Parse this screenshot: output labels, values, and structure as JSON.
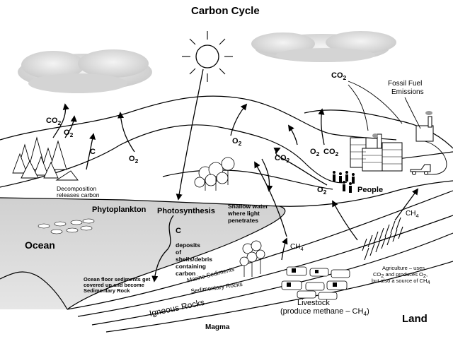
{
  "title": "Carbon Cycle",
  "labels": {
    "co2_forest": "CO",
    "o2_forest": "O",
    "c_forest": "C",
    "o2_mid": "O",
    "decomposition_1": "Decomposition",
    "decomposition_2": "releases carbon",
    "phytoplankton": "Phytoplankton",
    "photosynthesis": "Photosynthesis",
    "c_ocean": "C",
    "deposits_1": "deposits",
    "deposits_2": "of",
    "deposits_3": "shells/debris",
    "deposits_4": "containing",
    "deposits_5": "carbon",
    "shallow_1": "Shallow water",
    "shallow_2": "where light",
    "shallow_3": "penetrates",
    "o2_trees": "O",
    "co2_trees": "CO",
    "o2_factory": "O",
    "co2_factory": "CO",
    "co2_top": "CO",
    "fossil_1": "Fossil Fuel",
    "fossil_2": "Emissions",
    "o2_people": "O",
    "people": "People",
    "ch4_right": "CH",
    "ocean": "Ocean",
    "floor_1": "Ocean floor sediments get",
    "floor_2": "covered up and become",
    "floor_3": "Sedimentary Rock",
    "marine_sediments": "Marine Sediments",
    "sedimentary_rocks": "Sedimentary Rocks",
    "igneous_rocks": "Igneous Rocks",
    "ch4_livestock": "CH",
    "agri_1": "Agriculture – uses",
    "agri_2": "CO",
    "agri_2b": " and produces O",
    "agri_2c": ",",
    "agri_3": "but also a source of CH",
    "livestock_1": "Livestock",
    "livestock_2": "(produce methane – CH",
    "livestock_2b": ")",
    "land": "Land",
    "magma": "Magma",
    "sub_2": "2",
    "sub_4": "4"
  }
}
